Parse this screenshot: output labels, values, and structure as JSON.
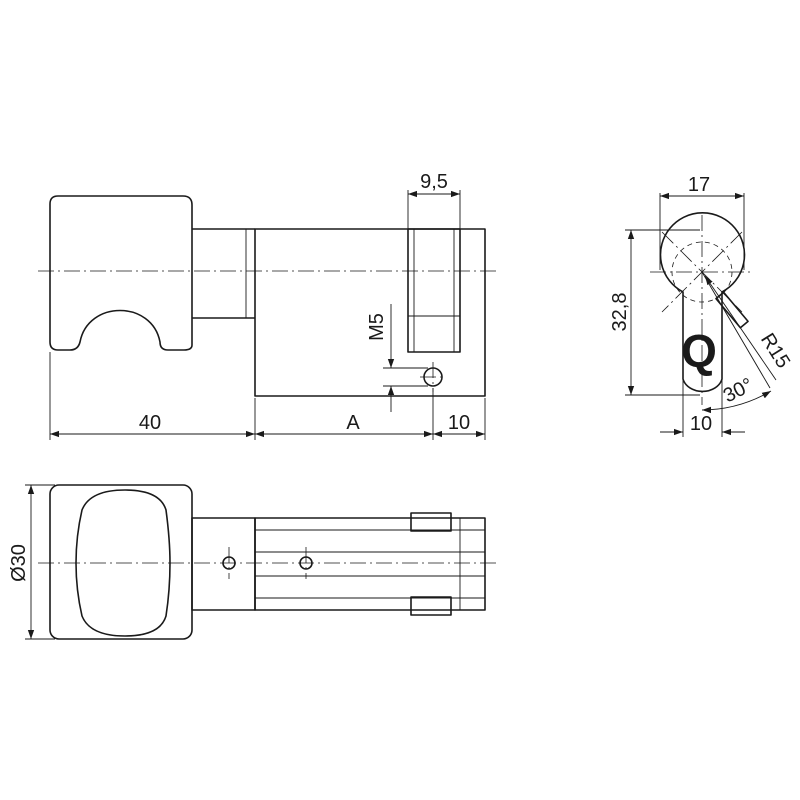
{
  "dimensions": {
    "knob_length": "40",
    "body_length": "A",
    "tail_length": "10",
    "cam_width": "9,5",
    "screw_thread": "M5",
    "profile_width": "17",
    "profile_height": "32,8",
    "cam_radius": "R15",
    "cam_angle": "30°",
    "bottom_width": "10",
    "knob_diameter": "Ø30"
  },
  "logo": {
    "glyph": "Q"
  },
  "colors": {
    "line": "#1a1a1a",
    "background": "#ffffff"
  }
}
